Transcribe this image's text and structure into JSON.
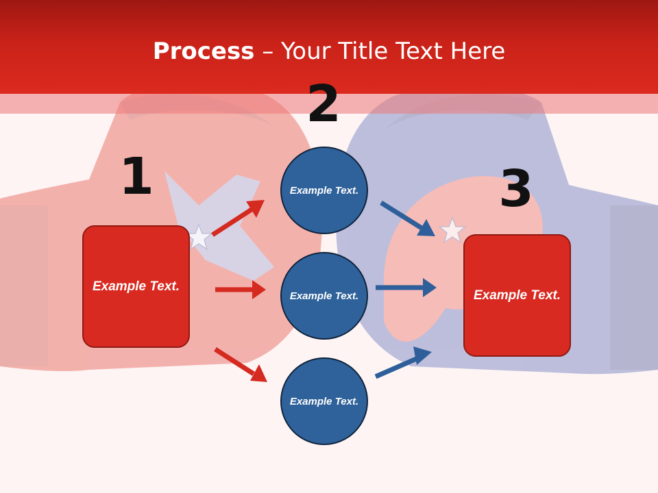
{
  "title": {
    "bold": "Process",
    "rest": " – Your Title Text Here"
  },
  "steps": {
    "one": "1",
    "two": "2",
    "three": "3"
  },
  "left_box": "Example Text.",
  "right_box": "Example Text.",
  "circles": [
    "Example Text.",
    "Example Text.",
    "Example Text."
  ],
  "colors": {
    "header": "#c92219",
    "box_fill": "#d92a21",
    "circle_fill": "#2f629a",
    "arrow_red": "#d42a20",
    "arrow_blue": "#2e5f9a"
  },
  "icons": [
    "boxing-gloves-background",
    "star-icon",
    "arrow-icon"
  ]
}
